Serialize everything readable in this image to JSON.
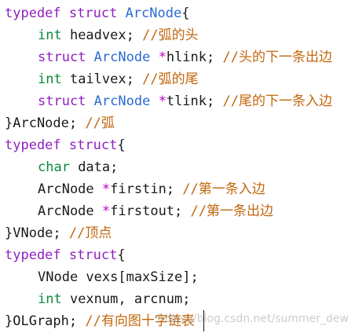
{
  "code": {
    "l1": {
      "kw1": "typedef",
      "kw2": "struct",
      "name": "ArcNode",
      "brace": "{"
    },
    "l2": {
      "type": "int",
      "rest": " headvex;",
      "comment": "//弧的头"
    },
    "l3": {
      "kw": "struct",
      "type": "ArcNode",
      "star": "*",
      "rest": "hlink;",
      "comment": "//头的下一条出边"
    },
    "l4": {
      "type": "int",
      "rest": " tailvex;",
      "comment": "//弧的尾"
    },
    "l5": {
      "kw": "struct",
      "type": "ArcNode",
      "star": "*",
      "rest": "tlink;",
      "comment": "//尾的下一条入边"
    },
    "l6": {
      "end": "}ArcNode;",
      "comment": "//弧"
    },
    "l7": {
      "kw1": "typedef",
      "kw2": "struct",
      "brace": "{"
    },
    "l8": {
      "type": "char",
      "rest": " data;"
    },
    "l9": {
      "type": "ArcNode",
      "star": "*",
      "rest": "firstin;",
      "comment": "//第一条入边"
    },
    "l10": {
      "type": "ArcNode",
      "star": "*",
      "rest": "firstout;",
      "comment": "//第一条出边"
    },
    "l11": {
      "end": "}VNode;",
      "comment": "//顶点"
    },
    "l12": {
      "kw1": "typedef",
      "kw2": "struct",
      "brace": "{"
    },
    "l13": {
      "text": "VNode vexs[maxSize];"
    },
    "l14": {
      "type": "int",
      "rest": " vexnum, arcnum;"
    },
    "l15": {
      "end": "}OLGraph;",
      "comment": "//有向图十字链表"
    }
  },
  "watermark": "https://blog.csdn.net/summer_dew",
  "colors": {
    "keyword": "#8f1fbf",
    "type": "#0a8a3b",
    "user_type": "#2a6bd1",
    "pointer_star": "#c000c0",
    "comment": "#c2670d",
    "text": "#1a1a1a",
    "background": "#ffffff"
  }
}
